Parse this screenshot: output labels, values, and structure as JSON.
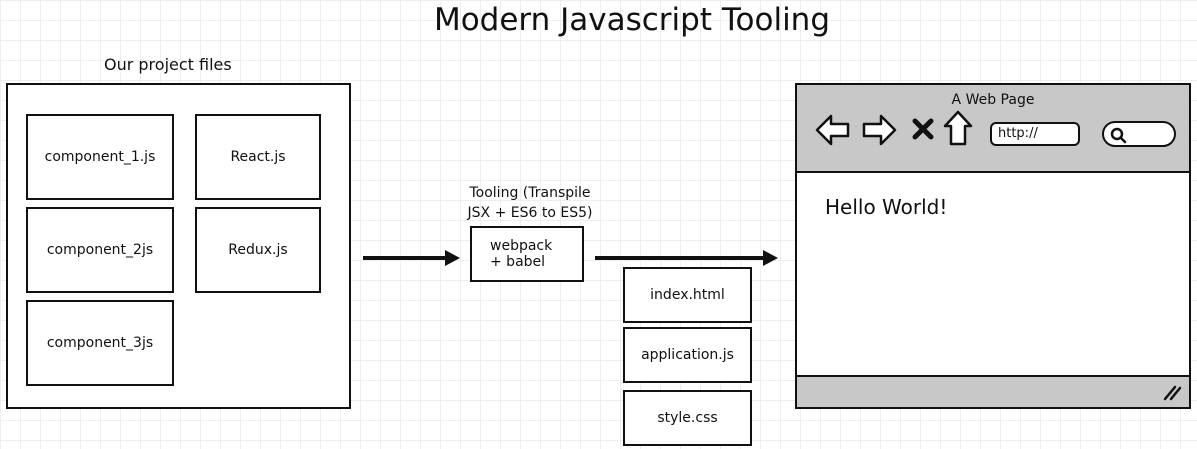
{
  "title": "Modern Javascript Tooling",
  "project": {
    "label": "Our project files",
    "files": [
      "component_1.js",
      "React.js",
      "component_2js",
      "Redux.js",
      "component_3js"
    ]
  },
  "tooling": {
    "label_line1": "Tooling (Transpile",
    "label_line2": "JSX + ES6 to ES5)",
    "box_line1": "webpack",
    "box_line2": "+ babel"
  },
  "output_files": [
    "index.html",
    "application.js",
    "style.css"
  ],
  "browser": {
    "page_title": "A Web Page",
    "url": "http://",
    "content": "Hello World!",
    "icons": [
      "back-arrow-icon",
      "forward-arrow-icon",
      "stop-icon",
      "home-icon",
      "search-icon",
      "resize-grip-icon"
    ]
  }
}
